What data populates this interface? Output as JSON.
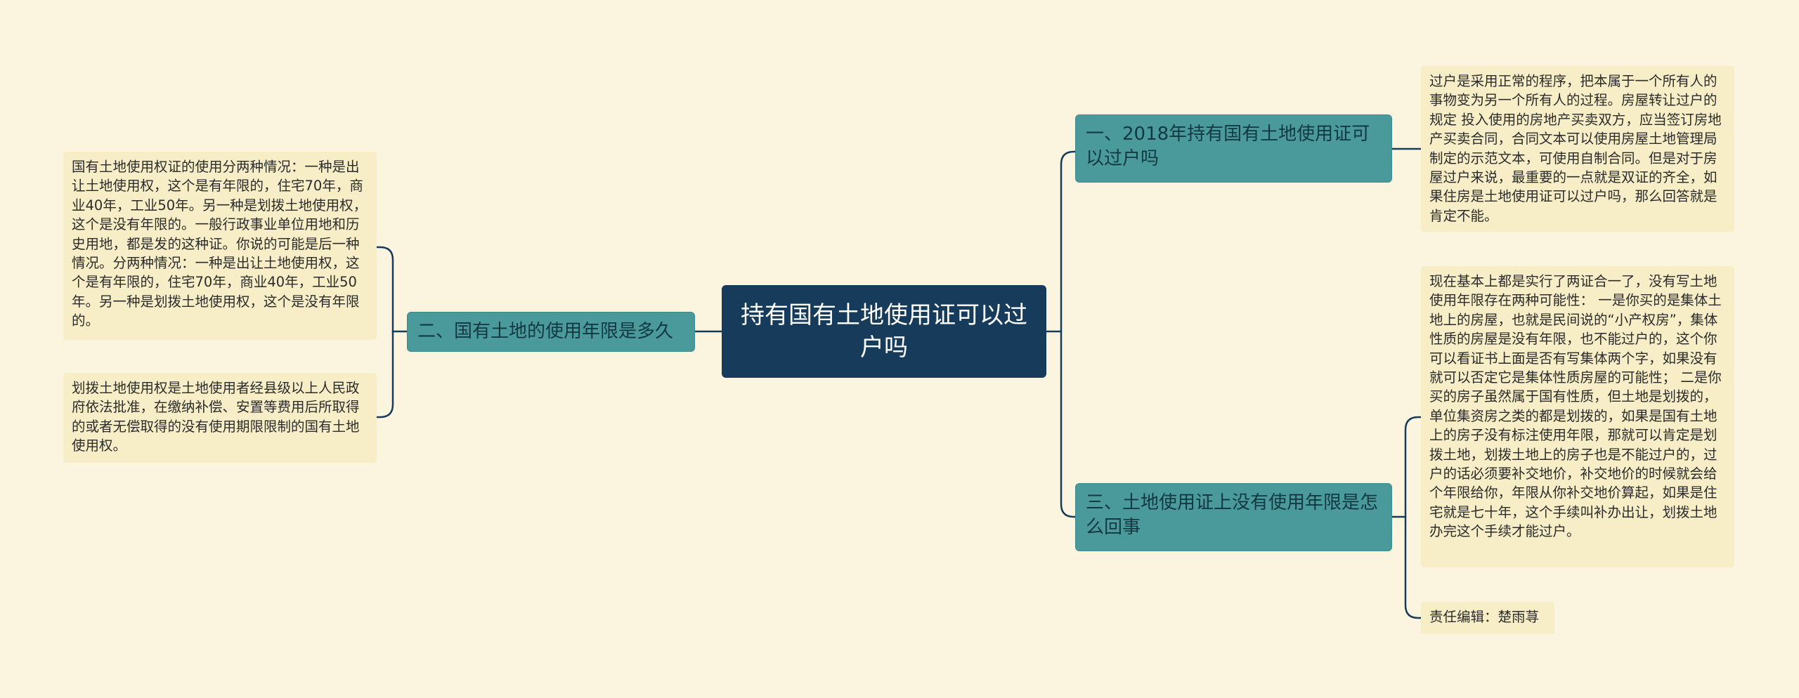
{
  "root": {
    "title": "持有国有土地使用证可以过户吗"
  },
  "branches": [
    {
      "label": "一、2018年持有国有土地使用证可以过户吗",
      "notes": [
        "过户是采用正常的程序，把本属于一个所有人的事物变为另一个所有人的过程。房屋转让过户的规定 投入使用的房地产买卖双方，应当签订房地产买卖合同，合同文本可以使用房屋土地管理局制定的示范文本，可使用自制合同。但是对于房屋过户来说，最重要的一点就是双证的齐全，如果住房是土地使用证可以过户吗，那么回答就是肯定不能。"
      ]
    },
    {
      "label": "二、国有土地的使用年限是多久",
      "notes": [
        "国有土地使用权证的使用分两种情况：一种是出让土地使用权，这个是有年限的，住宅70年，商业40年，工业50年。另一种是划拨土地使用权，这个是没有年限的。一般行政事业单位用地和历史用地，都是发的这种证。你说的可能是后一种情况。分两种情况：一种是出让土地使用权，这个是有年限的，住宅70年，商业40年，工业50年。另一种是划拨土地使用权，这个是没有年限的。",
        "划拨土地使用权是土地使用者经县级以上人民政府依法批准，在缴纳补偿、安置等费用后所取得的或者无偿取得的没有使用期限限制的国有土地使用权。"
      ]
    },
    {
      "label": "三、土地使用证上没有使用年限是怎么回事",
      "notes": [
        "现在基本上都是实行了两证合一了，没有写土地使用年限存在两种可能性： 一是你买的是集体土地上的房屋，也就是民间说的“小产权房”，集体性质的房屋是没有年限，也不能过户的，这个你可以看证书上面是否有写集体两个字，如果没有就可以否定它是集体性质房屋的可能性； 二是你买的房子虽然属于国有性质，但土地是划拨的，单位集资房之类的都是划拨的，如果是国有土地上的房子没有标注使用年限，那就可以肯定是划拨土地，划拨土地上的房子也是不能过户的，过户的话必须要补交地价，补交地价的时候就会给个年限给你，年限从你补交地价算起，如果是住宅就是七十年，这个手续叫补办出让，划拨土地办完这个手续才能过户。",
        "责任编辑：楚雨荨"
      ]
    }
  ],
  "colors": {
    "background": "#fbf5df",
    "root_fill": "#173b5a",
    "branch_fill": "#4b9a9b",
    "leaf_fill": "#f7eec7",
    "connector": "#173b5a"
  }
}
